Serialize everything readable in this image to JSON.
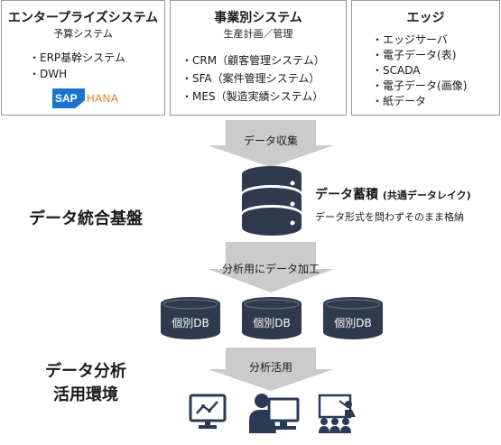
{
  "sources": {
    "enterprise": {
      "title": "エンタープライズシステム",
      "subtitle": "予算システム",
      "items": [
        "ERP基幹システム",
        "DWH"
      ],
      "logo_left": "SAP",
      "logo_right": "HANA"
    },
    "business": {
      "title": "事業別システム",
      "subtitle": "生産計画／管理",
      "items": [
        "CRM（顧客管理システム）",
        "SFA（案件管理システム）",
        "MES（製造実績システム）"
      ]
    },
    "edge": {
      "title": "エッジ",
      "items": [
        "エッジサーバ",
        "電子データ(表)",
        "SCADA",
        "電子データ(画像)",
        "紙データ"
      ]
    }
  },
  "flow": {
    "collect_label": "データ収集",
    "process_label": "分析用にデータ加工",
    "use_label": "分析活用"
  },
  "platform": {
    "label": "データ統合基盤",
    "store_title": "データ蓄積",
    "store_title_note": "(共通データレイク)",
    "store_description": "データ形式を問わずそのまま格納",
    "db_labels": [
      "個別DB",
      "個別DB",
      "個別DB"
    ]
  },
  "environment": {
    "label_line1": "データ分析",
    "label_line2": "活用環境"
  },
  "colors": {
    "db_dark": "#2f3b4d",
    "arrow_gray": "#c9c9c9",
    "icon_navy": "#2b3a55",
    "sap_blue": "#1a75cf",
    "hana_orange": "#e27b1a"
  }
}
